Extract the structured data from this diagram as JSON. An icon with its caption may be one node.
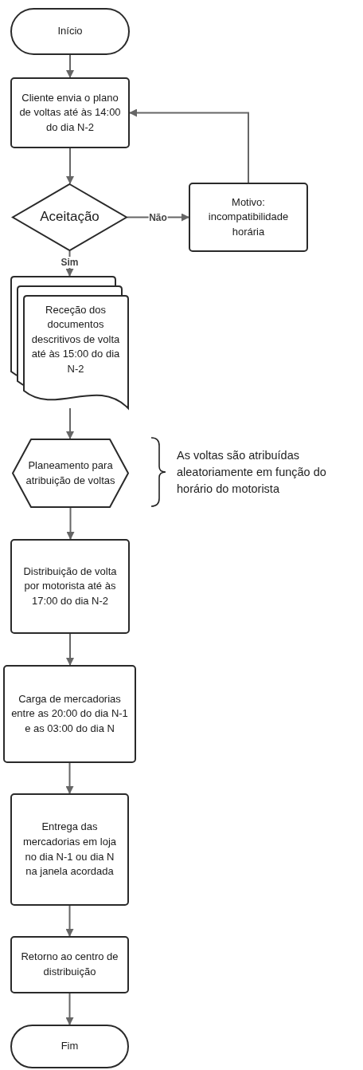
{
  "diagram": {
    "nodes": [
      {
        "text": [
          "Início"
        ]
      },
      {
        "text": [
          "Cliente envia o plano de voltas até às 14:00 do dia N-2"
        ]
      },
      {
        "text": [
          "Aceitação"
        ]
      },
      {
        "text": [
          "Motivo: incompatibilidade horária"
        ]
      },
      {
        "text": [
          "Receção dos documentos descritivos de volta até às 15:00 do dia N-2"
        ]
      },
      {
        "text": [
          "Planeamento para atribuição de voltas"
        ]
      },
      {
        "text": [
          "Distribuição de volta por motorista até às 17:00 do dia N-2"
        ]
      },
      {
        "text": [
          "Carga de mercadorias entre as 20:00 do dia N-1 e as 03:00 do dia N"
        ]
      },
      {
        "text": [
          "Entrega das mercadorias em loja no dia N-1 ou dia N na janela acordada"
        ]
      },
      {
        "text": [
          "Retorno ao centro de distribuição"
        ]
      },
      {
        "text": [
          "Fim"
        ]
      }
    ],
    "edges": [
      {
        "from": 0,
        "to": 1,
        "arrow": "to"
      },
      {
        "from": 1,
        "to": 2,
        "arrow": "to"
      },
      {
        "from": 2,
        "to": 3,
        "arrow": "to",
        "label": "Não"
      },
      {
        "from": 3,
        "to": 1,
        "arrow": "to"
      },
      {
        "from": 2,
        "to": 4,
        "arrow": "to",
        "label": "Sim"
      },
      {
        "from": 4,
        "to": 5,
        "arrow": "to"
      },
      {
        "from": 5,
        "to": 6,
        "arrow": "to"
      },
      {
        "from": 6,
        "to": 7,
        "arrow": "to"
      },
      {
        "from": 7,
        "to": 8,
        "arrow": "to"
      },
      {
        "from": 8,
        "to": 9,
        "arrow": "to"
      },
      {
        "from": 9,
        "to": 10,
        "arrow": "to"
      }
    ],
    "labels": [
      "As voltas são atribuídas aleatoriamente em função do horário do motorista"
    ]
  }
}
